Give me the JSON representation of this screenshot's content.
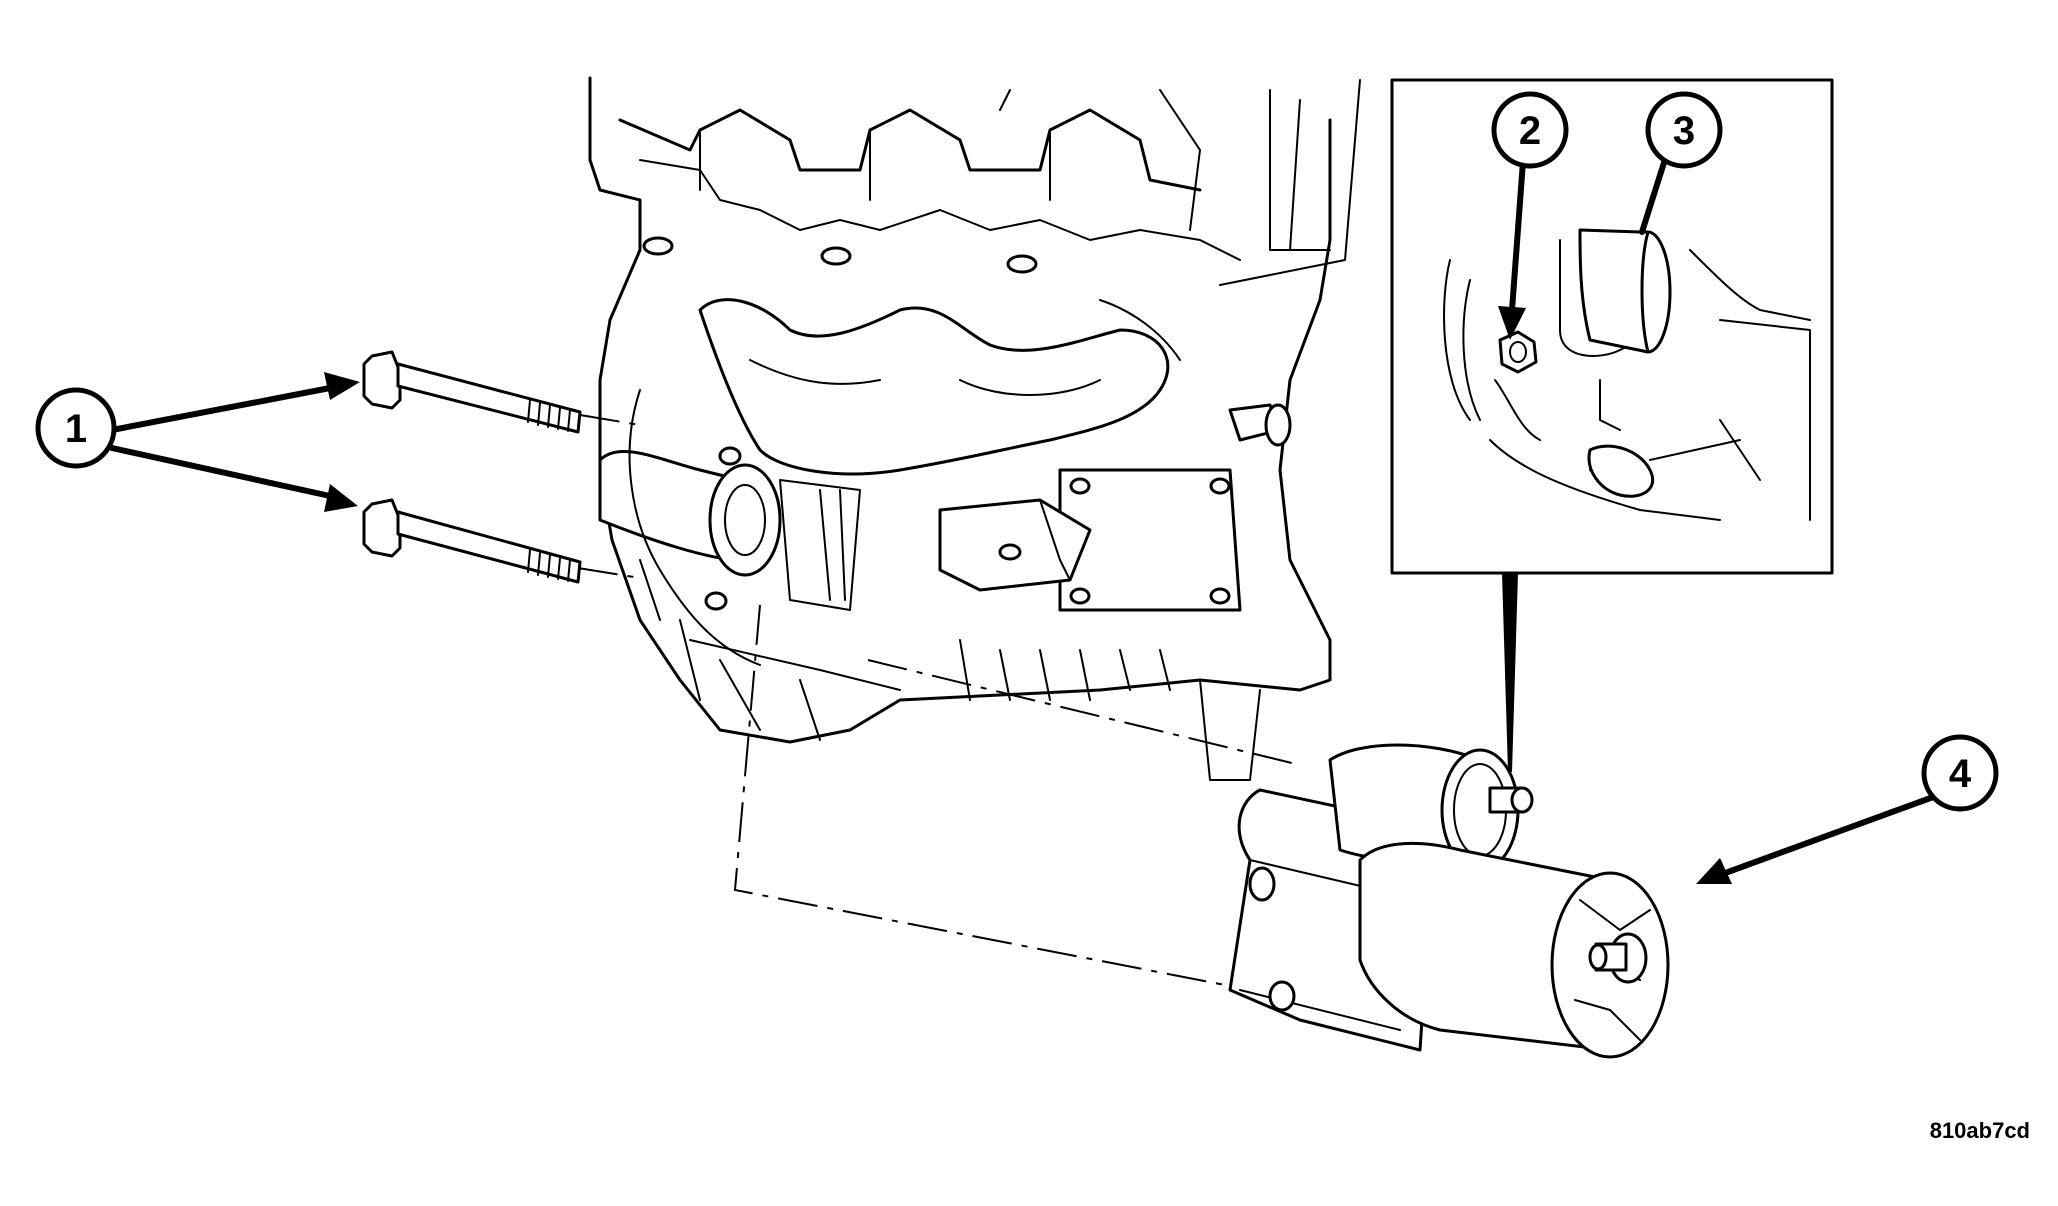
{
  "callouts": [
    {
      "id": "1",
      "label": "1"
    },
    {
      "id": "2",
      "label": "2"
    },
    {
      "id": "3",
      "label": "3"
    },
    {
      "id": "4",
      "label": "4"
    }
  ],
  "figure_code": "810ab7cd",
  "colors": {
    "ink": "#000000",
    "paper": "#ffffff"
  }
}
